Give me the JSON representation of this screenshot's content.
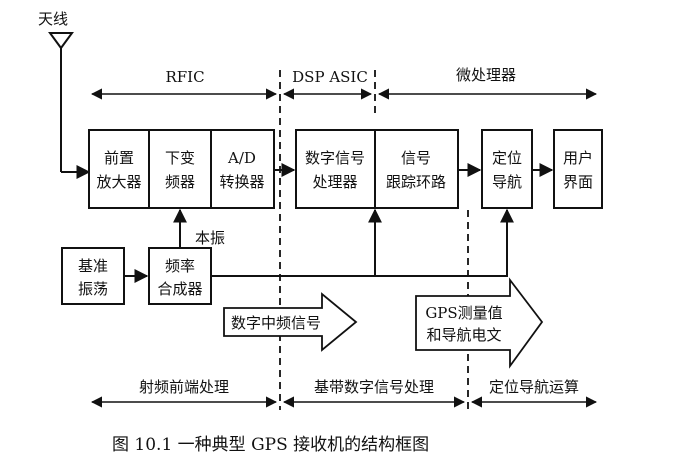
{
  "antenna": {
    "label": "天线"
  },
  "sections_top": {
    "rfic": "RFIC",
    "dsp_asic": "DSP ASIC",
    "microprocessor": "微处理器"
  },
  "blocks": {
    "preamp": [
      "前置",
      "放大器"
    ],
    "downconverter": [
      "下变",
      "频器"
    ],
    "adc": [
      "A/D",
      "转换器"
    ],
    "dsp": [
      "数字信号",
      "处理器"
    ],
    "tracking": [
      "信号",
      "跟踪环路"
    ],
    "positioning": [
      "定位",
      "导航"
    ],
    "user_interface": [
      "用户",
      "界面"
    ],
    "reference_osc": [
      "基准",
      "振荡"
    ],
    "synthesizer": [
      "频率",
      "合成器"
    ]
  },
  "labels": {
    "local_osc": "本振"
  },
  "arrows": {
    "digital_if": "数字中频信号",
    "gps_measurements": [
      "GPS测量值",
      "和导航电文"
    ]
  },
  "sections_bottom": {
    "rf_frontend": "射频前端处理",
    "baseband": "基带数字信号处理",
    "navigation": "定位导航运算"
  },
  "caption": "图 10.1   一种典型 GPS 接收机的结构框图"
}
